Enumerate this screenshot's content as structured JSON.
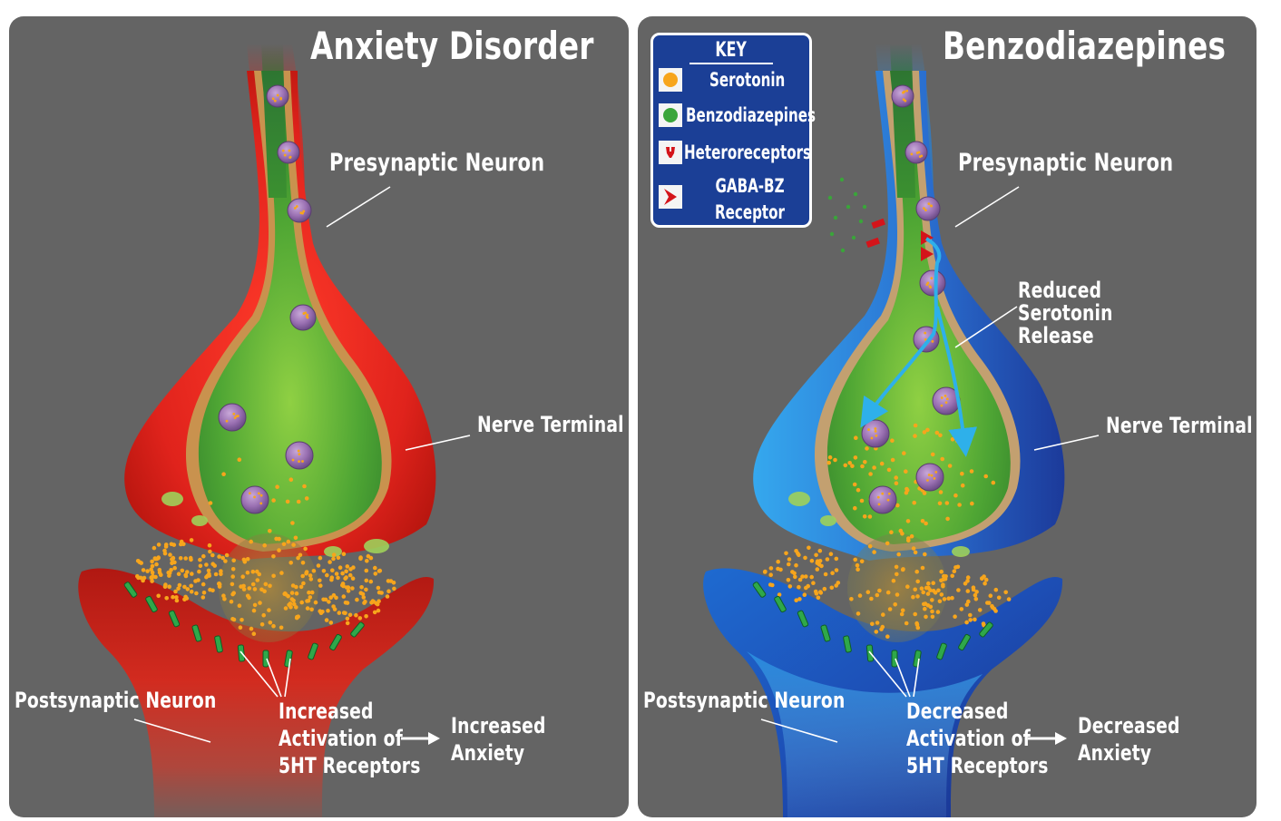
{
  "left_panel": {
    "title": "Anxiety Disorder",
    "presynaptic_label": "Presynaptic Neuron",
    "nerve_terminal_label": "Nerve Terminal",
    "postsynaptic_label": "Postsynaptic Neuron",
    "activation_label": [
      "Increased",
      "Activation of",
      "5HT Receptors"
    ],
    "result_label": [
      "Increased",
      "Anxiety"
    ],
    "colors": {
      "neuron": "#e0231c",
      "neuron_dark": "#9c1410",
      "vesicle_interior": "#3e9a2e"
    }
  },
  "right_panel": {
    "title": "Benzodiazepines",
    "presynaptic_label": "Presynaptic Neuron",
    "nerve_terminal_label": "Nerve Terminal",
    "postsynaptic_label": "Postsynaptic Neuron",
    "reduced_label": [
      "Reduced",
      "Serotonin",
      "Release"
    ],
    "activation_label": [
      "Decreased",
      "Activation of",
      "5HT Receptors"
    ],
    "result_label": [
      "Decreased",
      "Anxiety"
    ],
    "colors": {
      "neuron": "#2b8ee0",
      "neuron_dark": "#1c3a9a",
      "arrow": "#2eb0ea"
    }
  },
  "key": {
    "title": "KEY",
    "items": [
      {
        "icon": "orange-dot-icon",
        "label": [
          "Serotonin"
        ],
        "color": "#f7a51c"
      },
      {
        "icon": "green-dot-icon",
        "label": [
          "Benzodiazepines"
        ],
        "color": "#3aa53a"
      },
      {
        "icon": "heteroreceptor-icon",
        "label": [
          "Heteroreceptors"
        ],
        "color": "#d4141a"
      },
      {
        "icon": "gaba-bz-receptor-icon",
        "label": [
          "GABA-BZ",
          "Receptor"
        ],
        "color": "#d4141a"
      }
    ]
  }
}
